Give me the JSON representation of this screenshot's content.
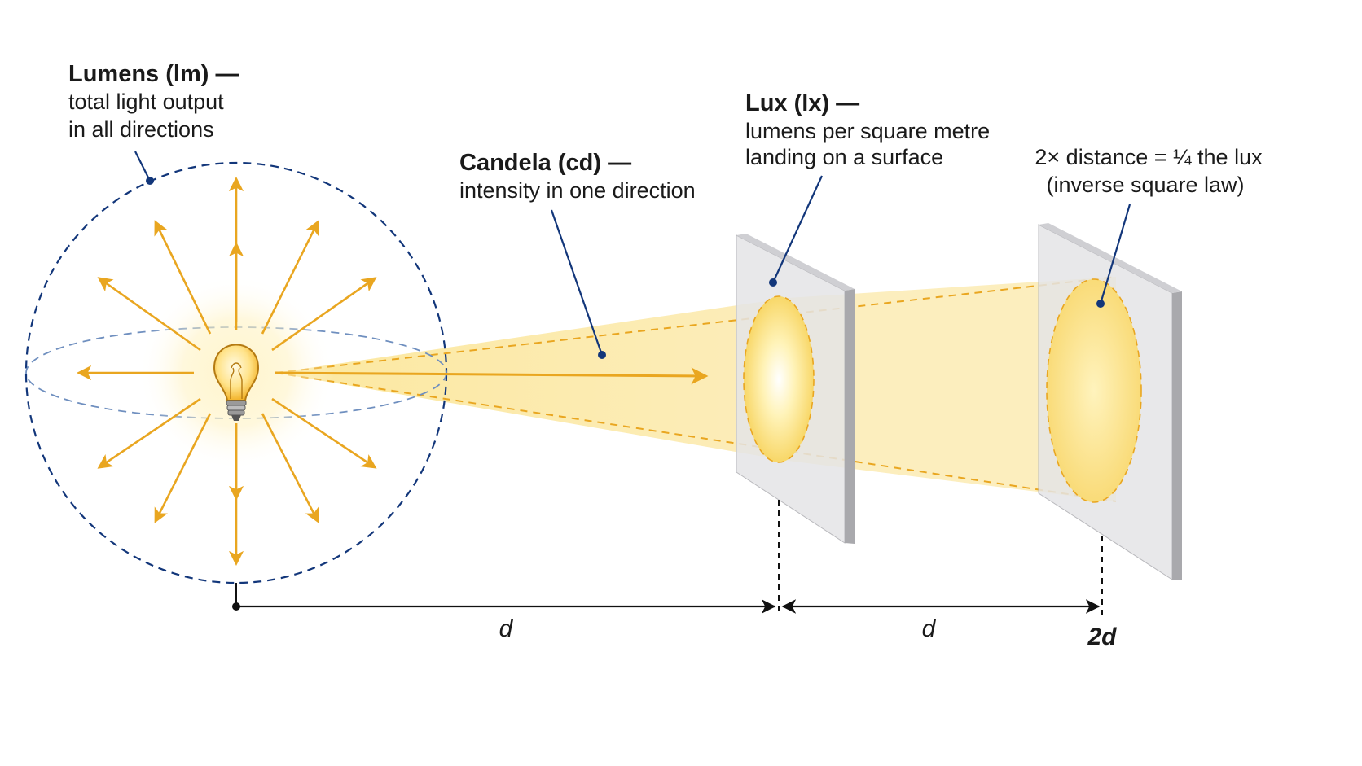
{
  "colors": {
    "ray": "#e9a620",
    "beam": "#f6cf5e",
    "leader": "#12367a",
    "dim_line": "#111111",
    "panel_face": "#e4e4e6",
    "panel_edge": "#a9a9ad"
  },
  "icons": {
    "source": "light-bulb-icon"
  },
  "labels": {
    "lumens": {
      "title": "Lumens (lm) —",
      "line1": "total light output",
      "line2": "in all directions"
    },
    "candela": {
      "title": "Candela (cd) —",
      "line1": "intensity in one direction"
    },
    "lux": {
      "title": "Lux (lx) —",
      "line1": "lumens per square metre",
      "line2": "landing on a surface"
    },
    "inverse": {
      "line1": "2× distance = ¼ the lux",
      "line2": "(inverse square law)"
    }
  },
  "dimensions": {
    "first_distance": "d",
    "second_distance": "d",
    "total_distance": "2d"
  }
}
